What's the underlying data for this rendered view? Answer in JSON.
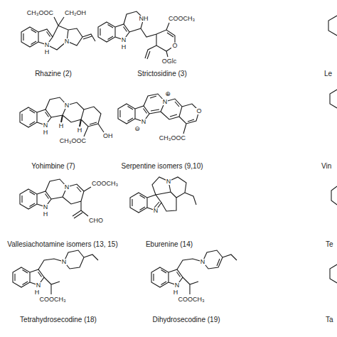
{
  "diagram": {
    "labels": [
      "CH₃OOC",
      "CH₂OH",
      "N",
      "H",
      "N",
      "Rhazine (2)",
      "N",
      "H",
      "NH",
      "COOCH₃",
      "O",
      "OGlc",
      "Strictosidine (3)",
      "N",
      "H",
      "N",
      "H",
      "H",
      "CH₃OOC",
      "OH",
      "Yohimbine (7)",
      "N",
      "⊖",
      "N",
      "⊕",
      "O",
      "CH₃OOC",
      "Serpentine isomers (9,10)",
      "N",
      "H",
      "N",
      "COOCH₃",
      "CHO",
      "Vallesiachotamine isomers (13, 15)",
      "N",
      "N",
      "Eburenine (14)",
      "N",
      "H",
      "N",
      "COOCH₃",
      "Tetrahydrosecodine (18)",
      "N",
      "H",
      "N",
      "COOCH₃",
      "Dihydrosecodine (19)",
      "Le",
      "Vin",
      "Te",
      "Ta"
    ]
  }
}
